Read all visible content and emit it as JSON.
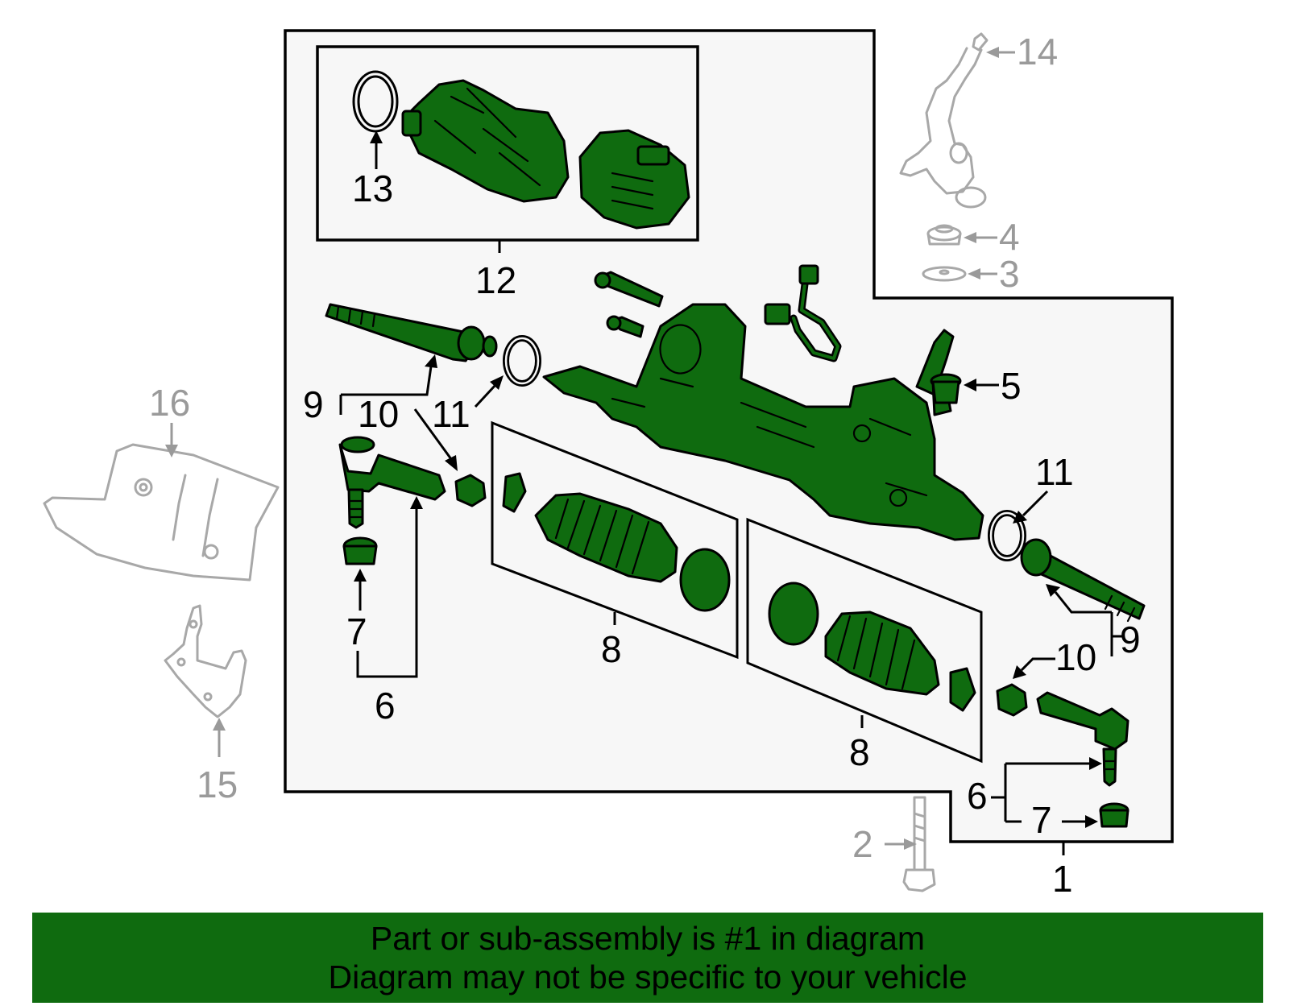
{
  "diagram": {
    "callouts": {
      "c1": "1",
      "c2": "2",
      "c3": "3",
      "c4": "4",
      "c5": "5",
      "c6_left": "6",
      "c6_right": "6",
      "c7_left": "7",
      "c7_right": "7",
      "c8_left": "8",
      "c8_right": "8",
      "c9_left": "9",
      "c9_right": "9",
      "c10_left": "10",
      "c10_right": "10",
      "c11_left": "11",
      "c11_right": "11",
      "c12": "12",
      "c13": "13",
      "c14": "14",
      "c15": "15",
      "c16": "16"
    },
    "colors": {
      "part_fill": "#0f6b0f",
      "outline": "#000000",
      "ghost_part": "#a8a8a8",
      "panel_background": "#f7f7f7"
    }
  },
  "footer": {
    "line1": "Part or sub-assembly is #1 in diagram",
    "line2": "Diagram may not be specific to your vehicle"
  }
}
